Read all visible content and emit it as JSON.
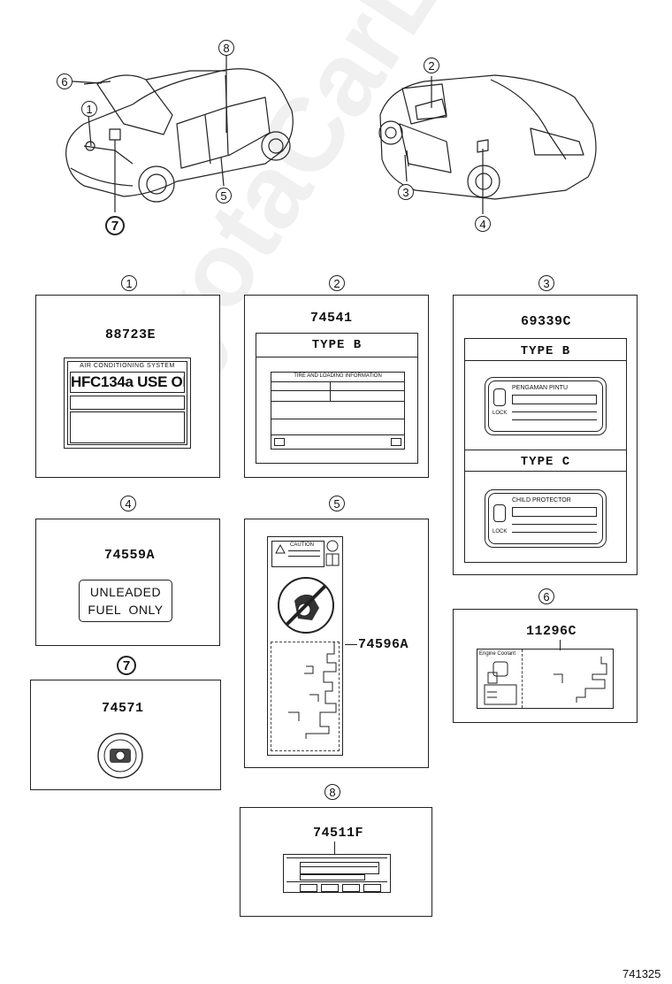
{
  "watermark": "ToyotaCarLine.ru",
  "diagram_code": "741325",
  "callouts": {
    "c1": "1",
    "c2": "2",
    "c3": "3",
    "c4": "4",
    "c5": "5",
    "c6": "6",
    "c7": "7",
    "c8": "8"
  },
  "panels": {
    "p1": {
      "num": "1",
      "part": "88723E",
      "label_header": "AIR CONDITIONING SYSTEM",
      "label_text": "HFC134a USE ONLY"
    },
    "p2": {
      "num": "2",
      "part": "74541",
      "type": "TYPE B",
      "table_title": "TIRE AND LOADING INFORMATION"
    },
    "p3": {
      "num": "3",
      "part": "69339C",
      "type_b": "TYPE B",
      "type_b_text": "PENGAMAN PINTU",
      "type_b_lock": "LOCK",
      "type_c": "TYPE C",
      "type_c_text": "CHILD PROTECTOR",
      "type_c_lock": "LOCK"
    },
    "p4": {
      "num": "4",
      "part": "74559A",
      "line1": "UNLEADED",
      "line2": "FUEL  ONLY"
    },
    "p5": {
      "num": "5",
      "part": "74596A",
      "caution": "CAUTION"
    },
    "p6": {
      "num": "6",
      "part": "11296C",
      "engine": "Engine Coolant"
    },
    "p7": {
      "num": "7",
      "part": "74571"
    },
    "p8": {
      "num": "8",
      "part": "74511F"
    }
  }
}
